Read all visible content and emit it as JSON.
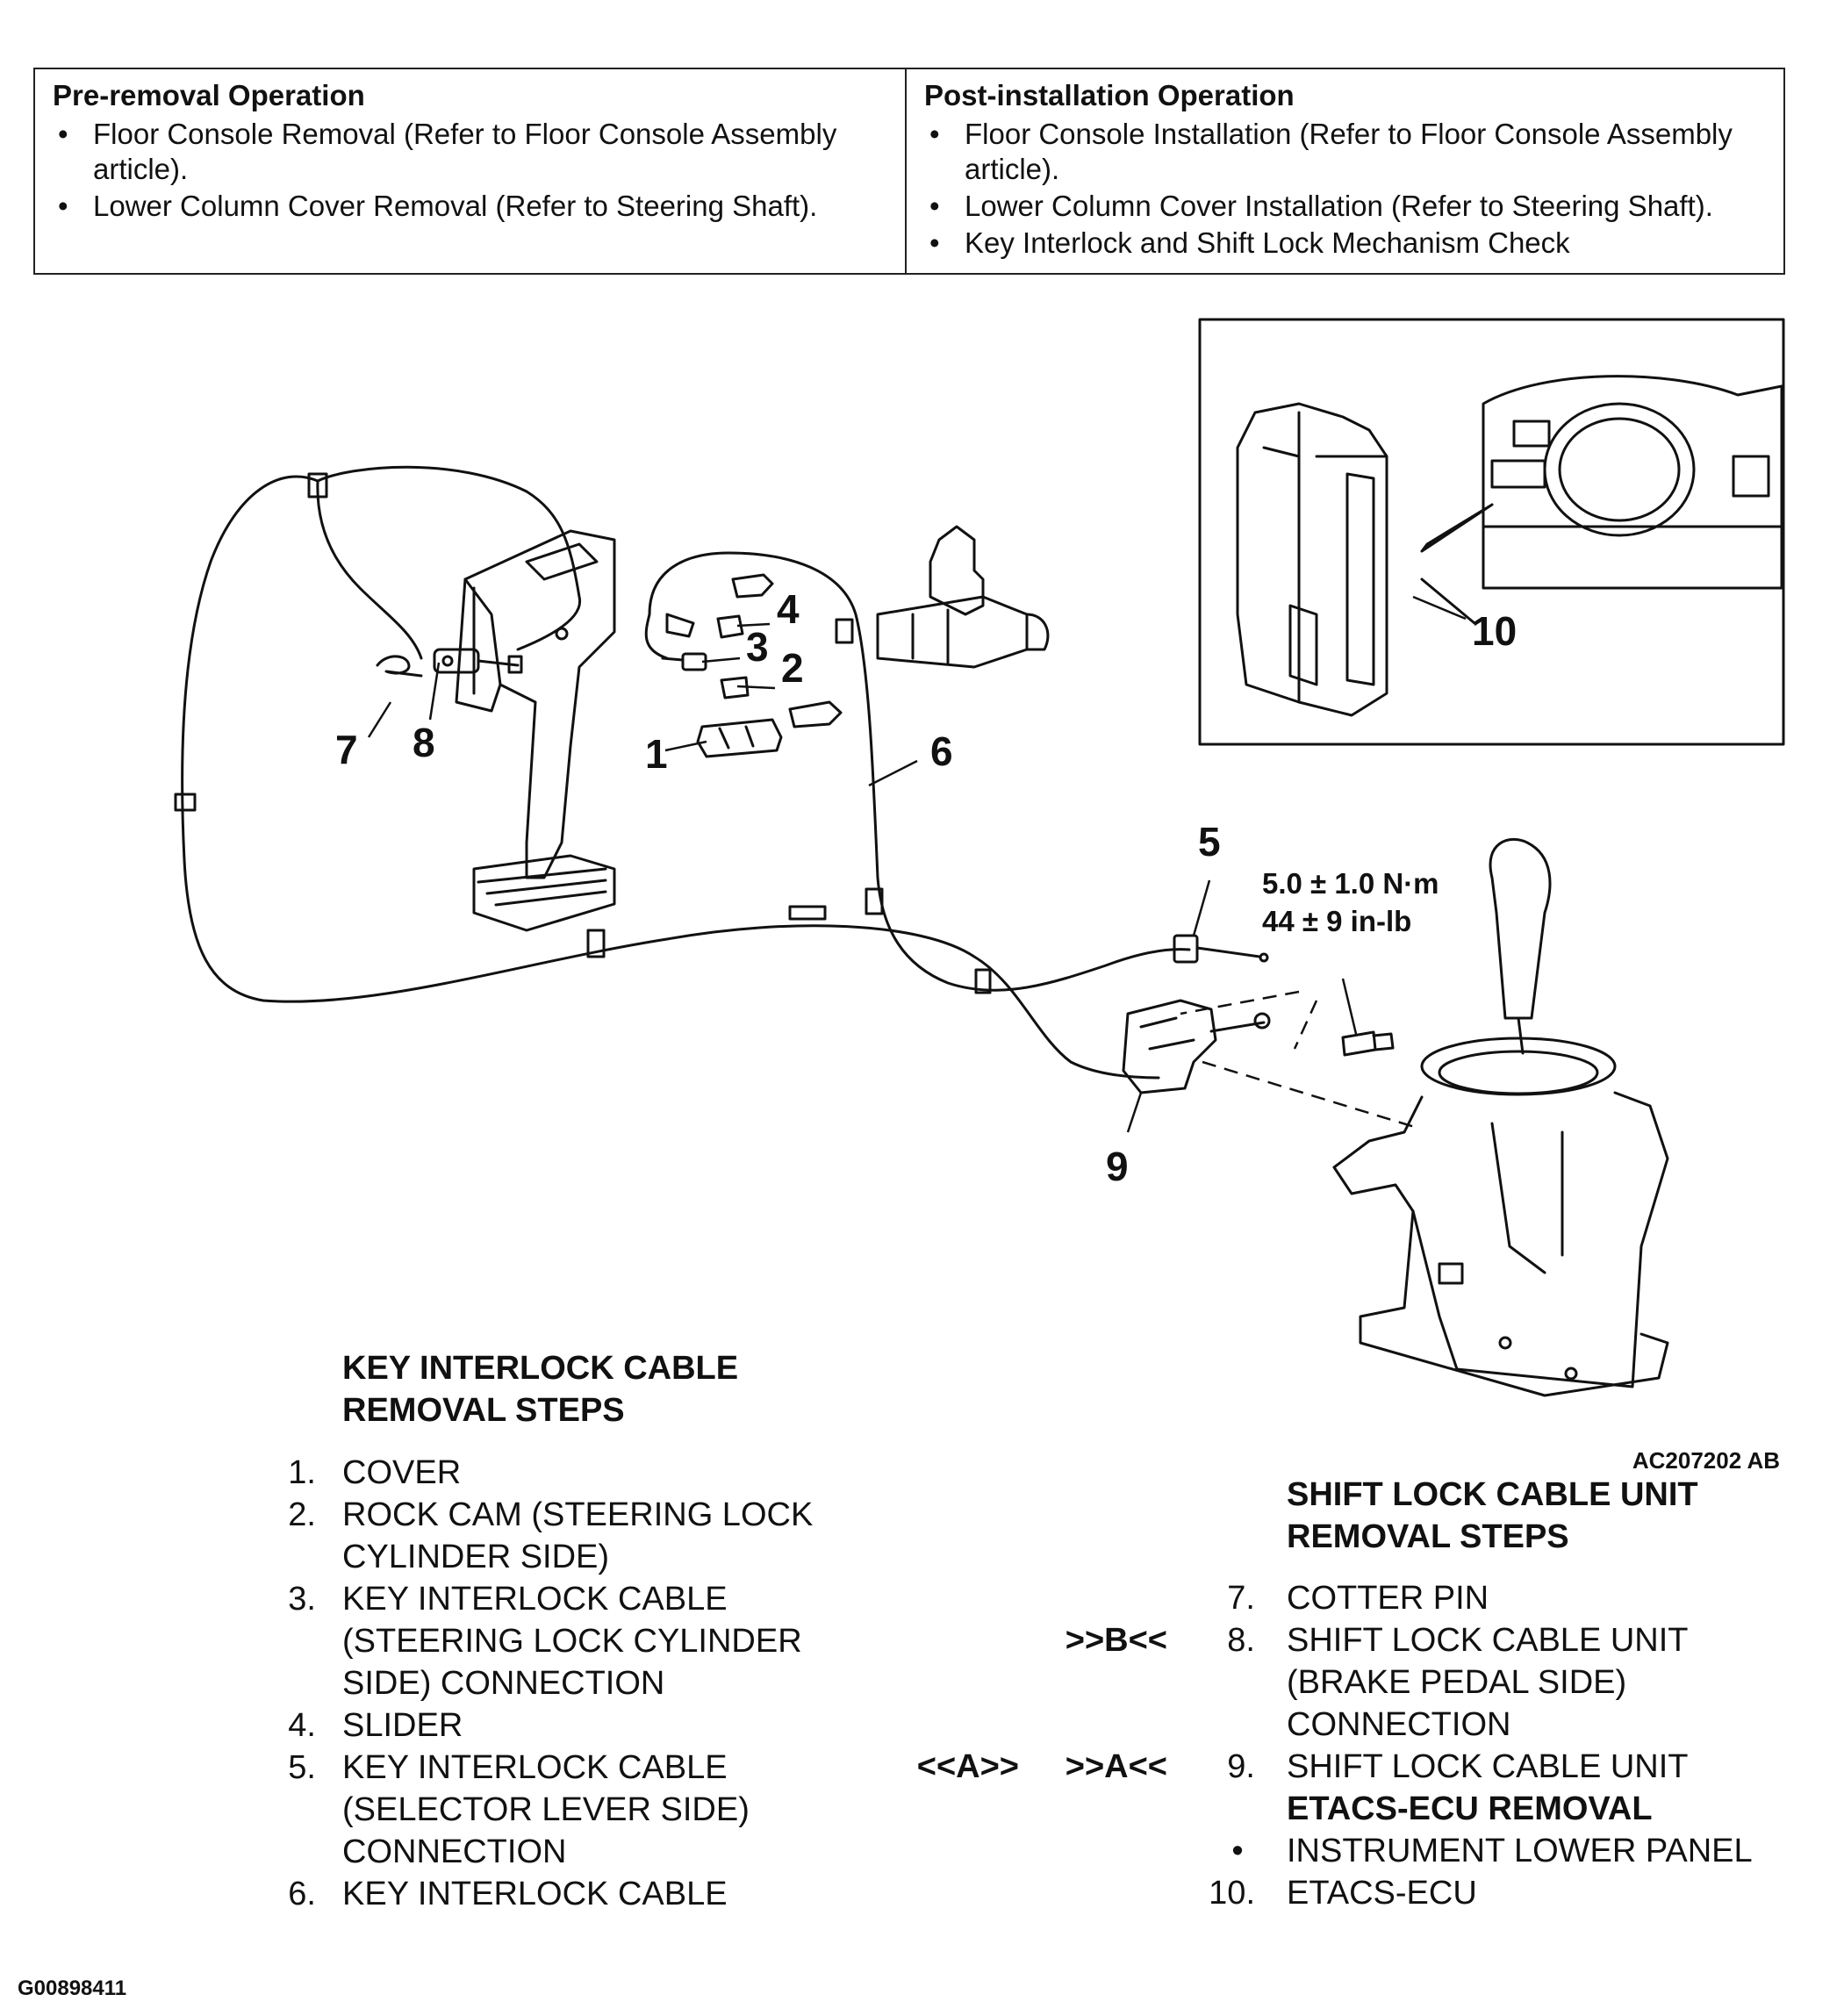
{
  "pre_removal": {
    "title": "Pre-removal Operation",
    "items": [
      "Floor Console Removal (Refer to Floor Console Assembly article).",
      "Lower Column Cover Removal (Refer to Steering Shaft)."
    ]
  },
  "post_installation": {
    "title": "Post-installation Operation",
    "items": [
      "Floor Console Installation (Refer to Floor Console Assembly article).",
      "Lower Column Cover Installation (Refer to Steering Shaft).",
      "Key Interlock and Shift Lock Mechanism Check"
    ]
  },
  "diagram": {
    "callouts": [
      "1",
      "2",
      "3",
      "4",
      "5",
      "6",
      "7",
      "8",
      "9",
      "10"
    ],
    "torque_nm": "5.0 ± 1.0 N·m",
    "torque_inlb": "44 ± 9 in-lb",
    "figure_id": "AC207202 AB"
  },
  "key_interlock": {
    "title_line1": "KEY INTERLOCK CABLE",
    "title_line2": "REMOVAL STEPS",
    "steps": [
      {
        "num": "1.",
        "text": "COVER"
      },
      {
        "num": "2.",
        "text": "ROCK CAM (STEERING LOCK CYLINDER SIDE)"
      },
      {
        "num": "3.",
        "text": "KEY INTERLOCK CABLE (STEERING LOCK CYLINDER SIDE) CONNECTION"
      },
      {
        "num": "4.",
        "text": "SLIDER"
      },
      {
        "num": "5.",
        "text": "KEY INTERLOCK CABLE (SELECTOR LEVER SIDE) CONNECTION"
      },
      {
        "num": "6.",
        "text": "KEY INTERLOCK CABLE"
      }
    ]
  },
  "shift_lock": {
    "title_line1": "SHIFT LOCK CABLE UNIT",
    "title_line2": "REMOVAL STEPS",
    "steps": [
      {
        "num": "7.",
        "text": "COTTER PIN",
        "mark": ""
      },
      {
        "num": "8.",
        "text": "SHIFT LOCK CABLE UNIT (BRAKE PEDAL SIDE) CONNECTION",
        "mark": ">>B<<"
      },
      {
        "num": "9.",
        "text": "SHIFT LOCK CABLE UNIT",
        "mark": "<<A>>     >>A<<"
      }
    ],
    "etacs_title": "ETACS-ECU REMOVAL",
    "etacs_steps": [
      {
        "num": "•",
        "text": "INSTRUMENT LOWER PANEL"
      },
      {
        "num": "10.",
        "text": "ETACS-ECU"
      }
    ]
  },
  "footer_code": "G00898411"
}
